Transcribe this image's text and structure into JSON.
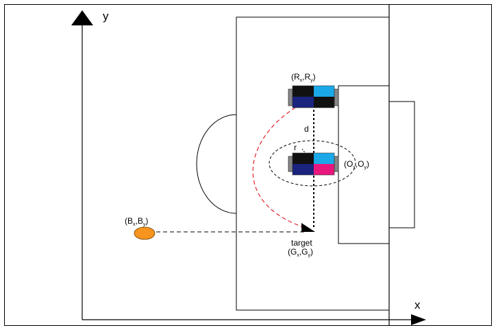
{
  "axes": {
    "y_label": "y",
    "x_label": "x"
  },
  "labels": {
    "robot": {
      "open": "(R",
      "sub1": "x",
      "comma": ",R",
      "sub2": "y",
      "close": ")"
    },
    "obstacle": {
      "open": "(O",
      "sub1": "x",
      "comma": ",O",
      "sub2": "y",
      "close": ")"
    },
    "ball": {
      "open": "(B",
      "sub1": "x",
      "comma": ",B",
      "sub2": "y",
      "close": ")"
    },
    "target_word": "target",
    "target": {
      "open": "(G",
      "sub1": "x",
      "comma": ",G",
      "sub2": "y",
      "close": ")"
    },
    "distance": "d",
    "radius": "r"
  },
  "colors": {
    "robot_cyan": "#1ba8e8",
    "robot_navy": "#1a237e",
    "robot_black": "#111111",
    "obstacle_magenta": "#e8177d",
    "ball_orange": "#f7941d",
    "path_red": "#e0202a"
  }
}
